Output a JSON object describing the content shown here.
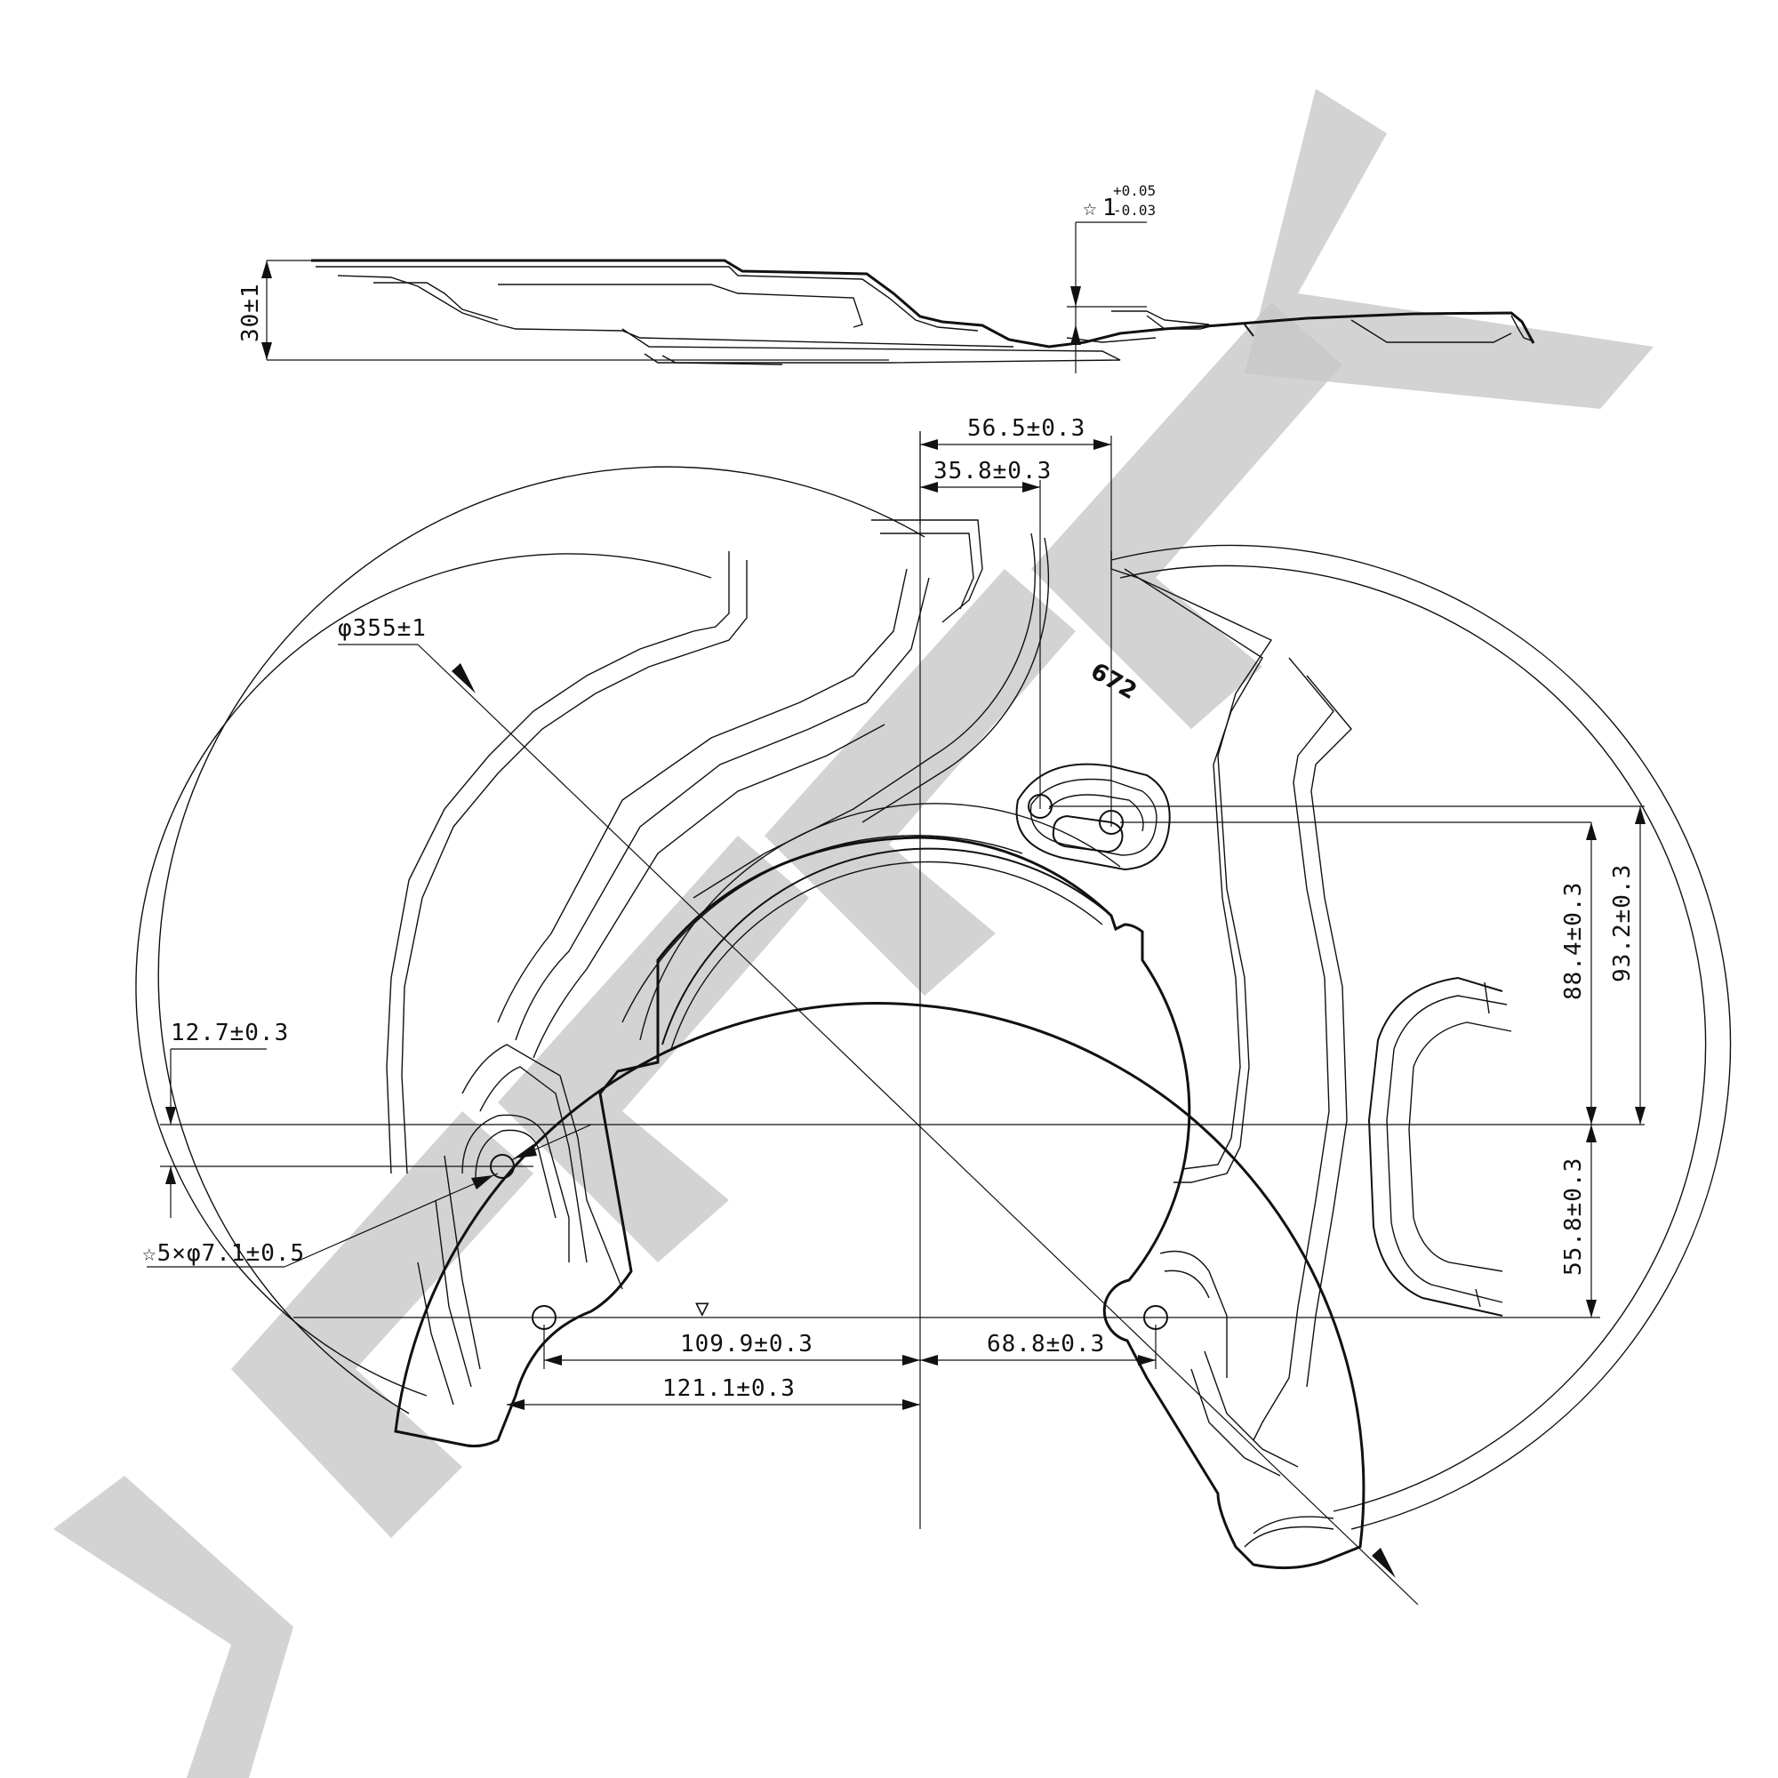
{
  "drawing": {
    "side_view": {
      "height_dim": "30±1",
      "thickness_dim": {
        "symbol": "☆",
        "nominal": "1",
        "upper": "+0.05",
        "lower": "-0.03"
      }
    },
    "top_dims": {
      "slot_outer": "56.5±0.3",
      "slot_inner": "35.8±0.3"
    },
    "diameter": "φ355±1",
    "part_number": "672",
    "left_dims": {
      "offset": "12.7±0.3",
      "holes": "☆5×φ7.1±0.5"
    },
    "right_dims": {
      "upper_inner": "88.4±0.3",
      "upper_outer": "93.2±0.3",
      "lower": "55.8±0.3"
    },
    "bottom_dims": {
      "left_inner": "109.9±0.3",
      "left_outer": "121.1±0.3",
      "right": "68.8±0.3"
    },
    "mark_symbol": "▽"
  }
}
